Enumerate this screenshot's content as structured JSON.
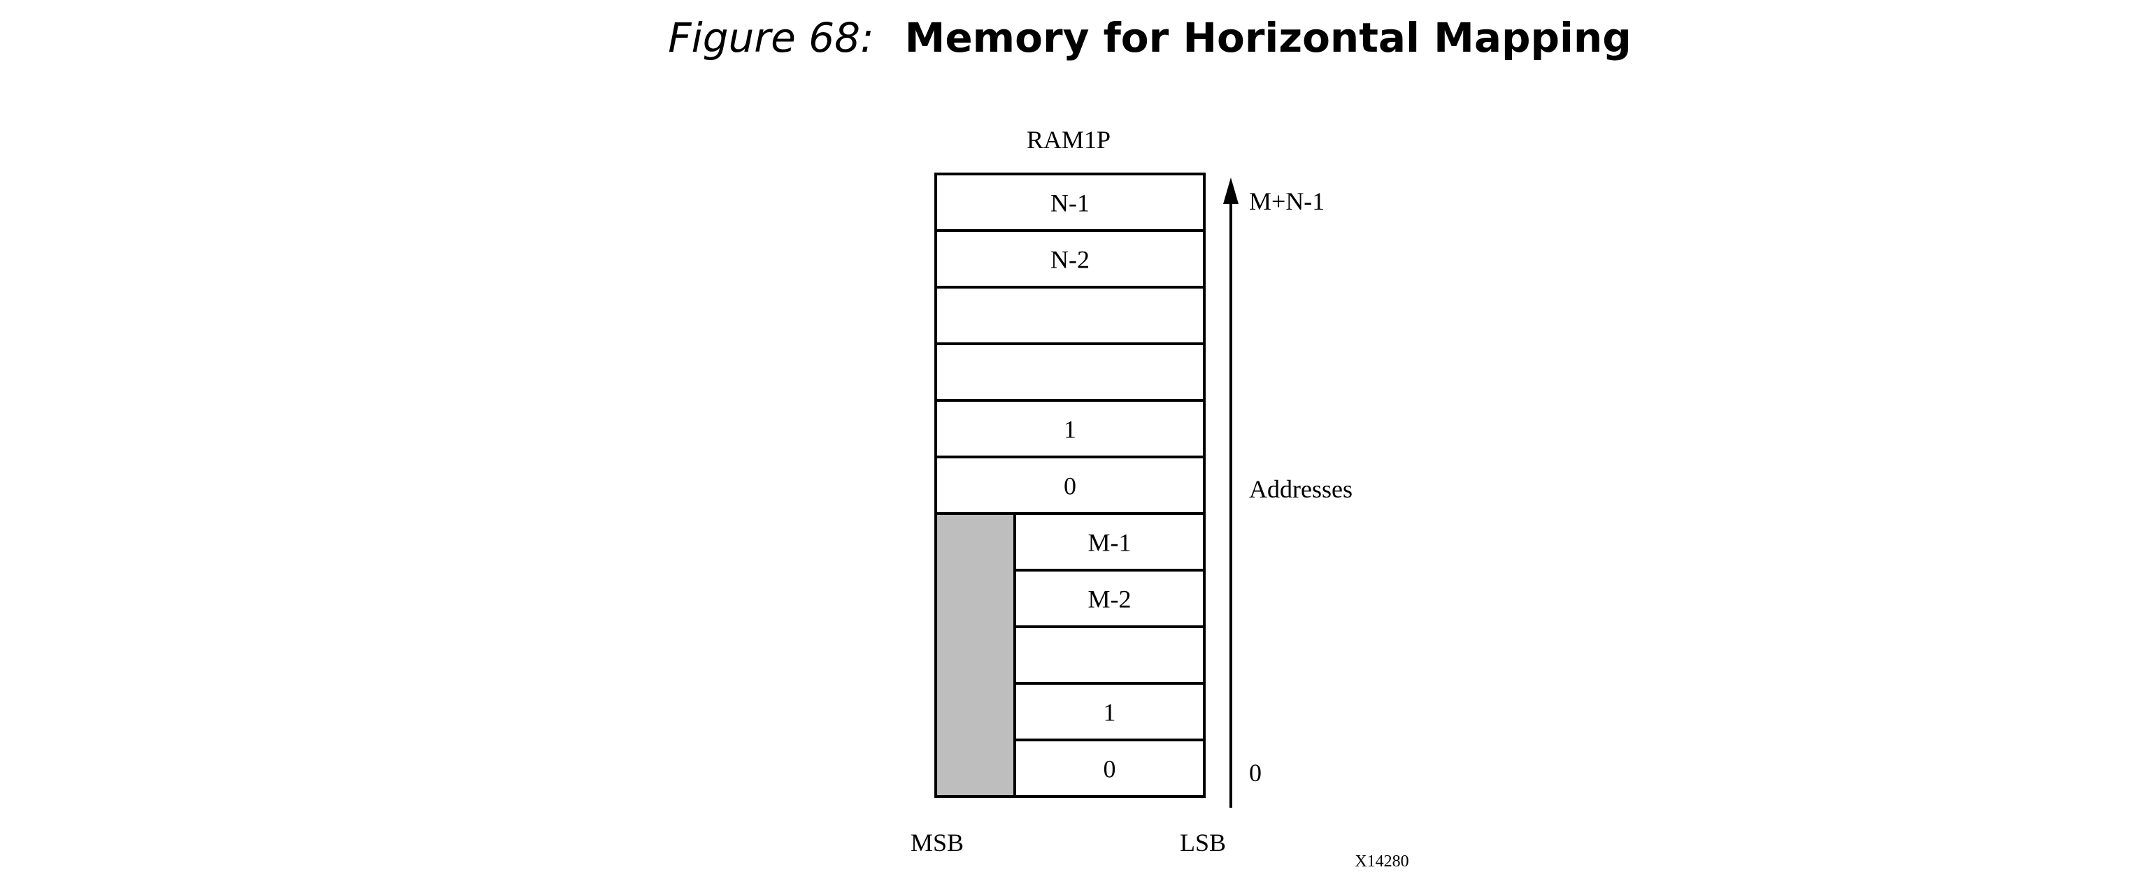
{
  "figure": {
    "label": "Figure 68:",
    "caption": "Memory for Horizontal Mapping"
  },
  "diagram": {
    "block_label": "RAM1P",
    "upper_rows": [
      "N-1",
      "N-2",
      "",
      "",
      "1",
      "0"
    ],
    "lower_rows": [
      "M-1",
      "M-2",
      "",
      "1",
      "0"
    ],
    "unused_region_color": "#bebebe",
    "axis": {
      "top_label": "M+N-1",
      "middle_label": "Addresses",
      "bottom_label": "0"
    },
    "msb_label": "MSB",
    "lsb_label": "LSB",
    "figure_id": "X14280"
  }
}
